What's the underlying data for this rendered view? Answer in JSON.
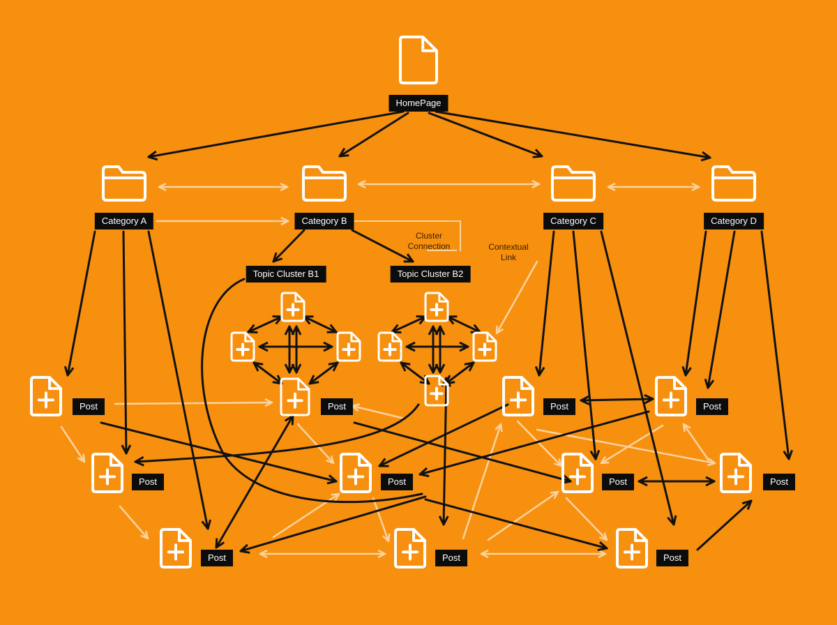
{
  "colors": {
    "background": "#f7900f",
    "link_primary": "#111111",
    "link_secondary": "#fbd3a0",
    "icon": "#ffffff",
    "label_bg": "#0c0c0c",
    "label_text": "#ffffff"
  },
  "home": {
    "label": "HomePage",
    "icon": "document-icon"
  },
  "categories": [
    {
      "id": "cat-a",
      "label": "Category A",
      "icon": "folder-icon"
    },
    {
      "id": "cat-b",
      "label": "Category B",
      "icon": "folder-icon"
    },
    {
      "id": "cat-c",
      "label": "Category C",
      "icon": "folder-icon"
    },
    {
      "id": "cat-d",
      "label": "Category D",
      "icon": "folder-icon"
    }
  ],
  "clusters": [
    {
      "id": "b1",
      "label": "Topic Cluster B1"
    },
    {
      "id": "b2",
      "label": "Topic Cluster B2"
    }
  ],
  "annotations": {
    "cluster_connection": "Cluster Connection",
    "contextual_link": "Contextual Link"
  },
  "post_label": "Post",
  "post_icon": "document-plus-icon"
}
